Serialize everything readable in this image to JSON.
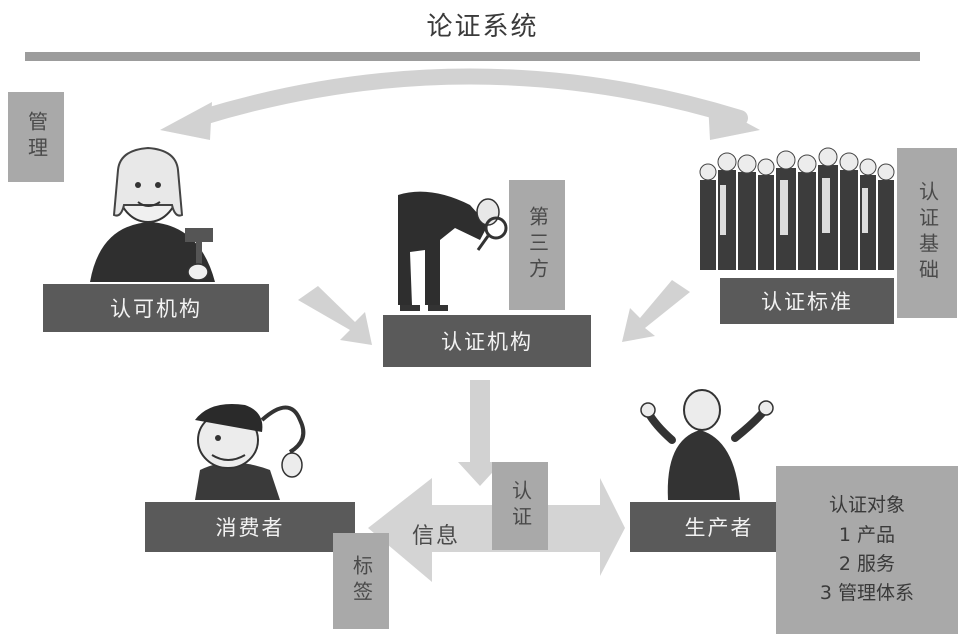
{
  "title": "论证系统",
  "labels": {
    "management": "管理",
    "accreditation_body": "认可机构",
    "certification_body": "认证机构",
    "third_party": "第三方",
    "standard": "认证标准",
    "basis": "认证基础",
    "consumer": "消费者",
    "producer": "生产者",
    "information": "信息",
    "certification": "认证",
    "label": "标签"
  },
  "certification_object": {
    "heading": "认证对象",
    "items": [
      "1 产品",
      "2 服务",
      "3 管理体系"
    ]
  },
  "colors": {
    "dark_box": "#5a5a5a",
    "light_box": "#a9a9a9",
    "arrow": "#d2d2d2",
    "rule": "#9c9c9c"
  }
}
